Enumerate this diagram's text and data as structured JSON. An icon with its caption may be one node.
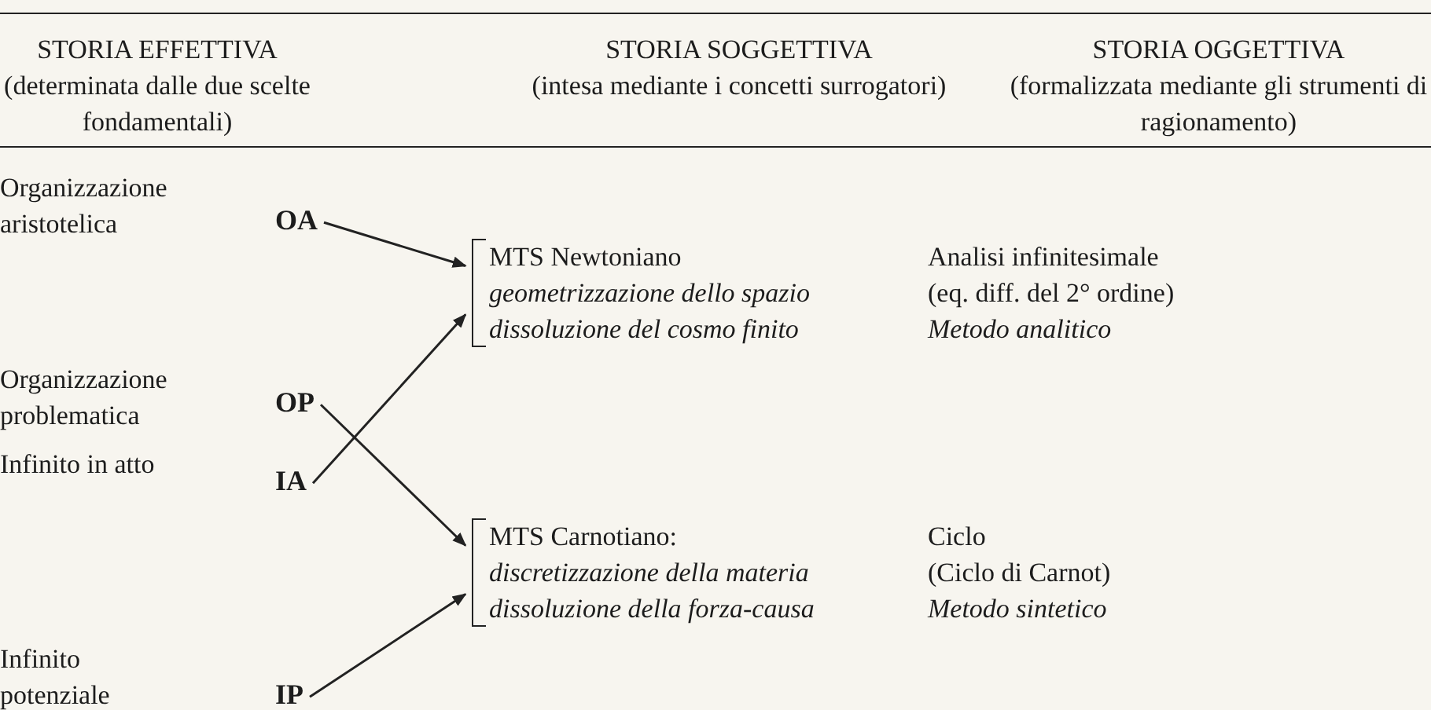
{
  "diagram": {
    "nodes": [
      {
        "text": [
          "OA"
        ]
      },
      {
        "text": [
          "MTS Newtoniano",
          "geometrizzazione dello spazio",
          "dissoluzione del cosmo finito"
        ]
      },
      {
        "text": [
          "OP"
        ]
      },
      {
        "text": [
          "IA"
        ]
      },
      {
        "text": [
          "MTS Carnotiano:",
          "discretizzazione della materia",
          "dissoluzione della forza-causa"
        ]
      },
      {
        "text": [
          "IP"
        ]
      }
    ],
    "edges": [
      {
        "from": 0,
        "to": 1,
        "arrow": "to"
      },
      {
        "from": 3,
        "to": 1,
        "arrow": "to"
      },
      {
        "from": 2,
        "to": 4,
        "arrow": "to"
      },
      {
        "from": 5,
        "to": 4,
        "arrow": "to"
      }
    ],
    "labels": [
      "STORIA EFFETTIVA",
      "(determinata dalle due scelte fondamentali)",
      "STORIA SOGGETTIVA",
      "(intesa mediante i concetti surrogatori)",
      "STORIA OGGETTIVA",
      "(formalizzata mediante gli strumenti di ragionamento)",
      "Organizzazione aristotelica",
      "Analisi infinitesimale",
      "(eq. diff. del 2° ordine)",
      "Metodo analitico",
      "Organizzazione problematica",
      "Infinito in atto",
      "Ciclo",
      "(Ciclo di Carnot)",
      "Metodo sintetico",
      "Infinito potenziale"
    ]
  }
}
